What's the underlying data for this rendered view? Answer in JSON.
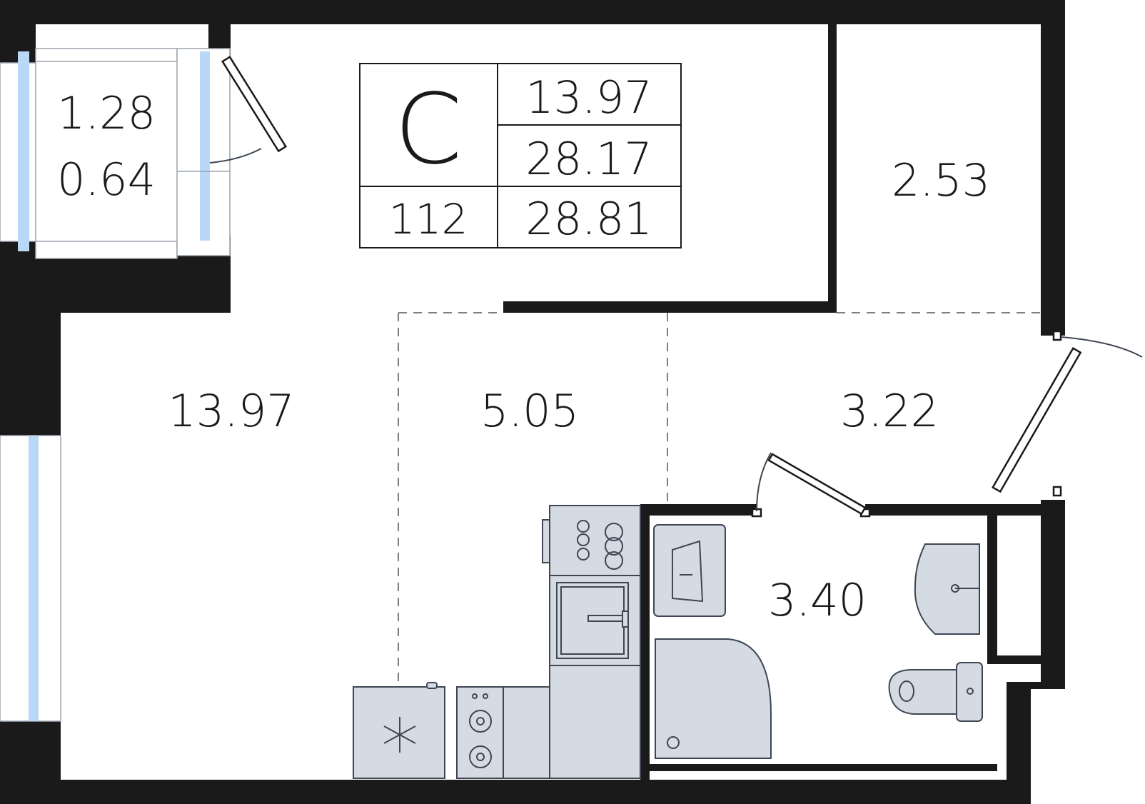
{
  "unit": {
    "type_letter": "С",
    "number": "112",
    "living_area": "13.97",
    "total_area": "28.17",
    "total_area_with_balcony": "28.81"
  },
  "rooms": {
    "balcony_full": "1.28",
    "balcony_reduced": "0.64",
    "living_room": "13.97",
    "kitchen": "5.05",
    "storage": "2.53",
    "hallway": "3.22",
    "bathroom": "3.40"
  },
  "colors": {
    "wall": "#1a1a1a",
    "fixture_fill": "#d5dbe3",
    "window_glass": "#b9d8f5"
  }
}
